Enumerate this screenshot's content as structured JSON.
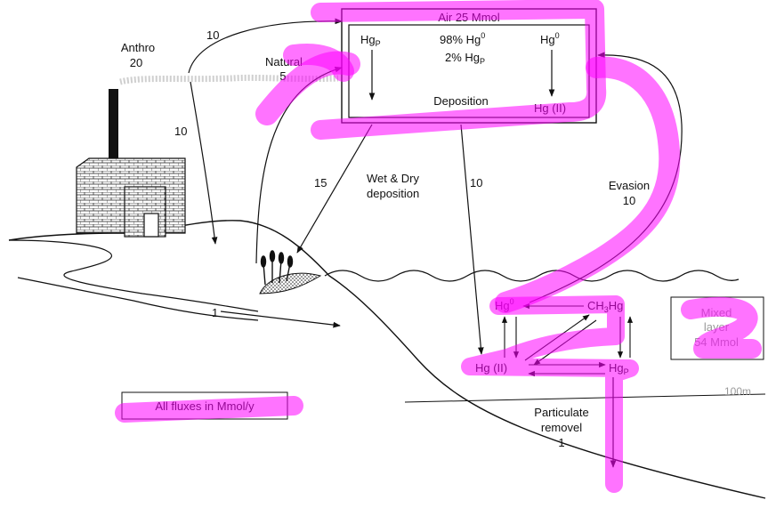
{
  "air": {
    "title": "Air 25 Mmol",
    "hgp_left": "Hg",
    "hgp_left_sub": "P",
    "composition_line1": "98% Hg",
    "composition_line1_sup": "0",
    "composition_line2": "2% Hg",
    "composition_line2_sub": "P",
    "hg0_right": "Hg",
    "hg0_right_sup": "0",
    "deposition": "Deposition",
    "hg2": "Hg (II)"
  },
  "sources": {
    "anthro_label": "Anthro",
    "anthro_value": "20",
    "natural_label": "Natural",
    "natural_value": "5"
  },
  "fluxes": {
    "anthro_to_air": "10",
    "anthro_to_land": "10",
    "wet_dry_value": "15",
    "wet_dry_line1": "Wet & Dry",
    "wet_dry_line2": "deposition",
    "deposition_to_ocean": "10",
    "evasion_label": "Evasion",
    "evasion_value": "10",
    "river_value": "1"
  },
  "ocean": {
    "hg0": "Hg",
    "hg0_sup": "0",
    "ch3hg": "CH",
    "ch3hg_sub": "3",
    "ch3hg_tail": "Hg",
    "hg2": "Hg (II)",
    "hgp": "Hg",
    "hgp_sub": "P",
    "mixed_line1": "Mixed",
    "mixed_line2": "layer",
    "mixed_line3": "54 Mmol",
    "depth": "100m",
    "particulate_line1": "Particulate",
    "particulate_line2": "removel",
    "particulate_value": "1"
  },
  "legend": {
    "units_note": "All fluxes in Mmol/y"
  },
  "highlight_color": "#ff00ff"
}
